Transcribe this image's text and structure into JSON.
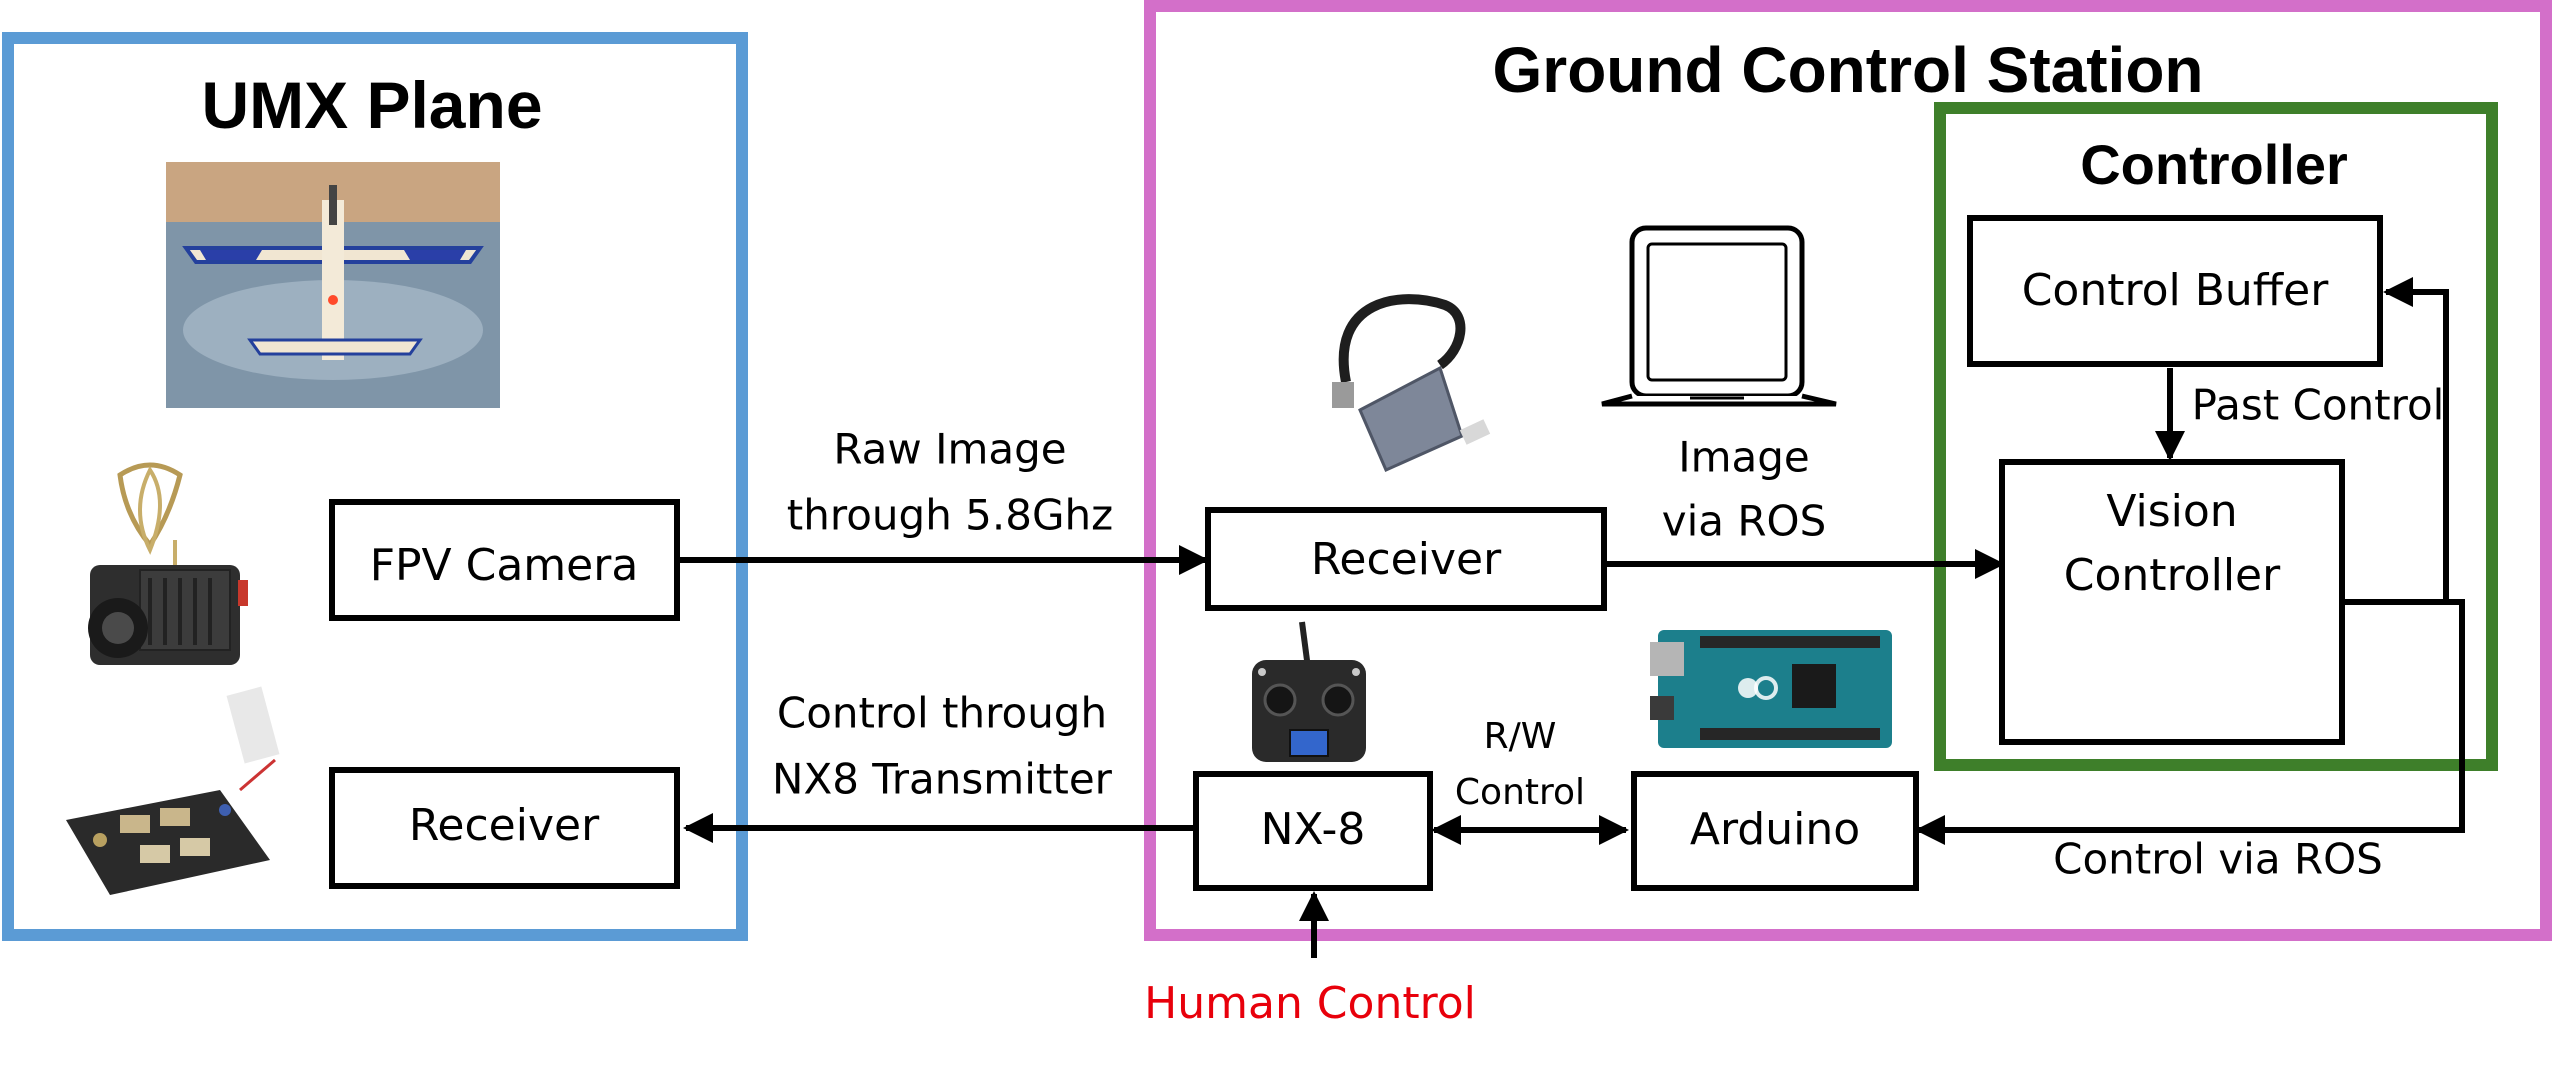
{
  "groups": {
    "plane": {
      "title": "UMX Plane",
      "color": "#5B9BD5"
    },
    "ground": {
      "title": "Ground Control Station",
      "color": "#D36FC9"
    },
    "controller": {
      "title": "Controller",
      "color": "#3E7F2A"
    }
  },
  "blocks": {
    "fpv_camera": "FPV Camera",
    "plane_receiver": "Receiver",
    "gcs_receiver": "Receiver",
    "control_buffer": "Control Buffer",
    "vision_controller_line1": "Vision",
    "vision_controller_line2": "Controller",
    "nx8": "NX-8",
    "arduino": "Arduino"
  },
  "edges": {
    "raw_image_line1": "Raw Image",
    "raw_image_line2": "through 5.8Ghz",
    "image_ros_line1": "Image",
    "image_ros_line2": "via ROS",
    "past_control": "Past Control",
    "control_nx8_line1": "Control through",
    "control_nx8_line2": "NX8 Transmitter",
    "rw_line1": "R/W",
    "rw_line2": "Control",
    "control_ros": "Control via ROS",
    "human_control": "Human Control"
  },
  "colors": {
    "human_control": "#E8000B"
  }
}
